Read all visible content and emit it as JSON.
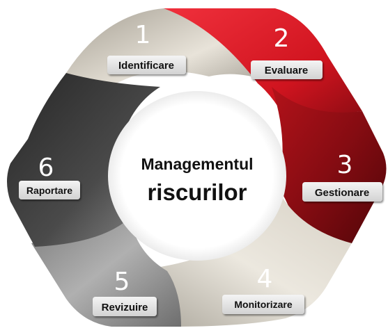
{
  "center": {
    "line1": "Managementul",
    "line2": "riscurilor"
  },
  "steps": [
    {
      "number": "1",
      "label": "Identificare"
    },
    {
      "number": "2",
      "label": "Evaluare"
    },
    {
      "number": "3",
      "label": "Gestionare"
    },
    {
      "number": "4",
      "label": "Monitorizare"
    },
    {
      "number": "5",
      "label": "Revizuire"
    },
    {
      "number": "6",
      "label": "Raportare"
    }
  ],
  "colors": {
    "segment_top": "#d8d2c8",
    "segment_top_right": "#e0202e",
    "segment_right": "#8a0f14",
    "segment_bottom_right": "#e2ddd3",
    "segment_bottom_left": "#9e9e9e",
    "segment_left": "#3c3c3c",
    "label_box": "#e6e6e6",
    "number_light": "#ffffff"
  }
}
